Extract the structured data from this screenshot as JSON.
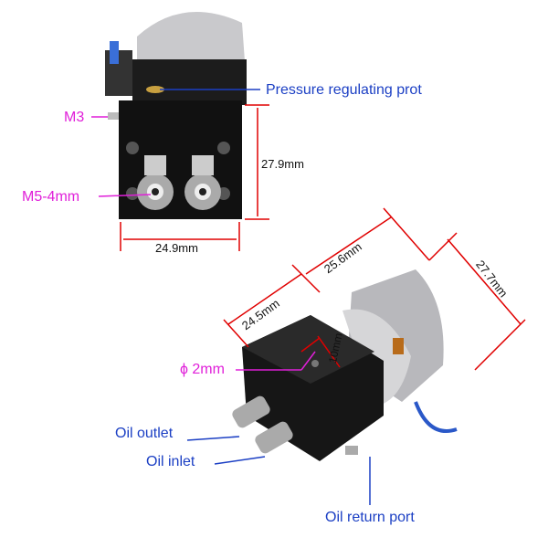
{
  "colors": {
    "callout_blue": "#1b3fc4",
    "callout_magenta": "#e01fd9",
    "dimension_red": "#e00000"
  },
  "top_view": {
    "pressure_port": "Pressure regulating prot",
    "m3": "M3",
    "m5": "M5-4mm",
    "height": "27.9mm",
    "width": "24.9mm"
  },
  "side_view": {
    "depth": "24.5mm",
    "motor_length": "25.6mm",
    "motor_diameter": "27.7mm",
    "hole_depth": "10mm",
    "hole_diameter": "ϕ 2mm",
    "oil_outlet": "Oil outlet",
    "oil_inlet": "Oil inlet",
    "oil_return": "Oil return port"
  }
}
